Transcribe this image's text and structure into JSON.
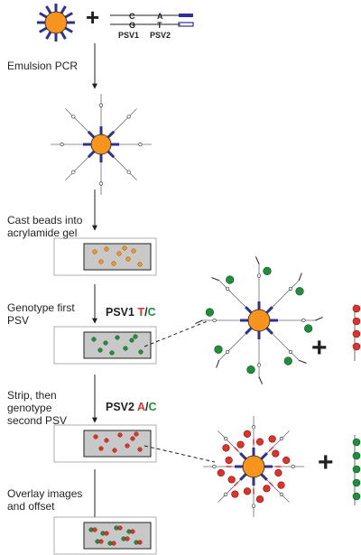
{
  "strand": {
    "top": "C",
    "bottom": "G",
    "top2": "A",
    "bottom2": "T",
    "psv1": "PSV1",
    "psv2": "PSV2"
  },
  "steps": {
    "emulsion": "Emulsion PCR",
    "cast_line1": "Cast beads into",
    "cast_line2": "acrylamide gel",
    "geno1_line1": "Genotype first",
    "geno1_line2": "PSV",
    "strip_line1": "Strip, then",
    "strip_line2": "genotype",
    "strip_line3": "second PSV",
    "overlay_line1": "Overlay images",
    "overlay_line2": "and offset"
  },
  "assays": {
    "psv1": {
      "name": "PSV1",
      "allele_a": "T",
      "sep": "/",
      "allele_b": "C"
    },
    "psv2": {
      "name": "PSV2",
      "allele_a": "A",
      "sep": "/",
      "allele_b": "C"
    }
  },
  "colors": {
    "bead": "#f7941d",
    "primer": "#2e3192",
    "red_allele": "#e0312b",
    "green_allele": "#1f8f3a",
    "gel": "#c8c8c8",
    "gel_border": "#231f20"
  }
}
